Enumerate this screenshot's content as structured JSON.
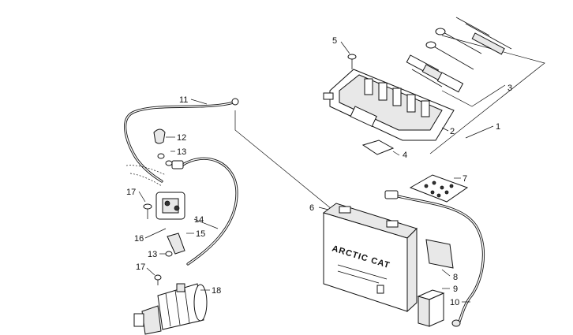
{
  "diagram": {
    "battery_brand": "ARCTIC CAT",
    "callouts": [
      {
        "id": "c1",
        "label": "1"
      },
      {
        "id": "c2",
        "label": "2"
      },
      {
        "id": "c3",
        "label": "3"
      },
      {
        "id": "c4",
        "label": "4"
      },
      {
        "id": "c5",
        "label": "5"
      },
      {
        "id": "c6",
        "label": "6"
      },
      {
        "id": "c7",
        "label": "7"
      },
      {
        "id": "c8",
        "label": "8"
      },
      {
        "id": "c9",
        "label": "9"
      },
      {
        "id": "c10",
        "label": "10"
      },
      {
        "id": "c11",
        "label": "11"
      },
      {
        "id": "c12",
        "label": "12"
      },
      {
        "id": "c13a",
        "label": "13"
      },
      {
        "id": "c13b",
        "label": "13"
      },
      {
        "id": "c14",
        "label": "14"
      },
      {
        "id": "c15",
        "label": "15"
      },
      {
        "id": "c16",
        "label": "16"
      },
      {
        "id": "c17a",
        "label": "17"
      },
      {
        "id": "c17b",
        "label": "17"
      },
      {
        "id": "c18",
        "label": "18"
      }
    ]
  }
}
